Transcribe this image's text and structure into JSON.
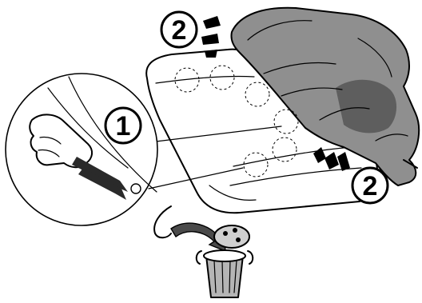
{
  "callouts": {
    "step_one": "1",
    "step_two_top": "2",
    "step_two_right": "2"
  },
  "colors": {
    "cover_fill": "#8f8f8f",
    "cover_dark": "#5e5e5e",
    "outline": "#000000",
    "bin_fill": "#b5b5b5",
    "background": "#ffffff"
  }
}
